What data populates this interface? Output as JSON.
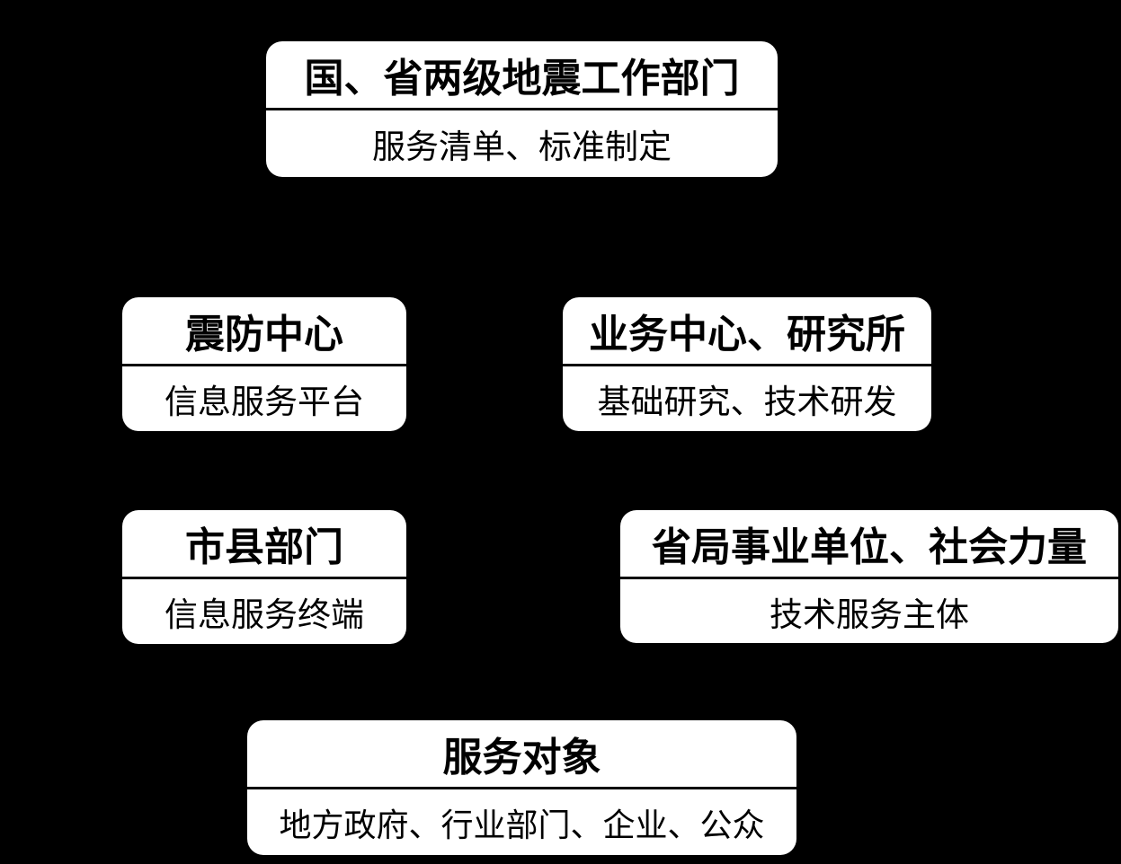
{
  "nodes": {
    "top": {
      "title": "国、省两级地震工作部门",
      "subtitle": "服务清单、标准制定"
    },
    "left1": {
      "title": "震防中心",
      "subtitle": "信息服务平台"
    },
    "right1": {
      "title": "业务中心、研究所",
      "subtitle": "基础研究、技术研发"
    },
    "left2": {
      "title": "市县部门",
      "subtitle": "信息服务终端"
    },
    "right2": {
      "title": "省局事业单位、社会力量",
      "subtitle": "技术服务主体"
    },
    "bottom": {
      "title": "服务对象",
      "subtitle": "地方政府、行业部门、企业、公众"
    }
  },
  "colors": {
    "background": "#000000",
    "box": "#ffffff",
    "text": "#000000"
  }
}
